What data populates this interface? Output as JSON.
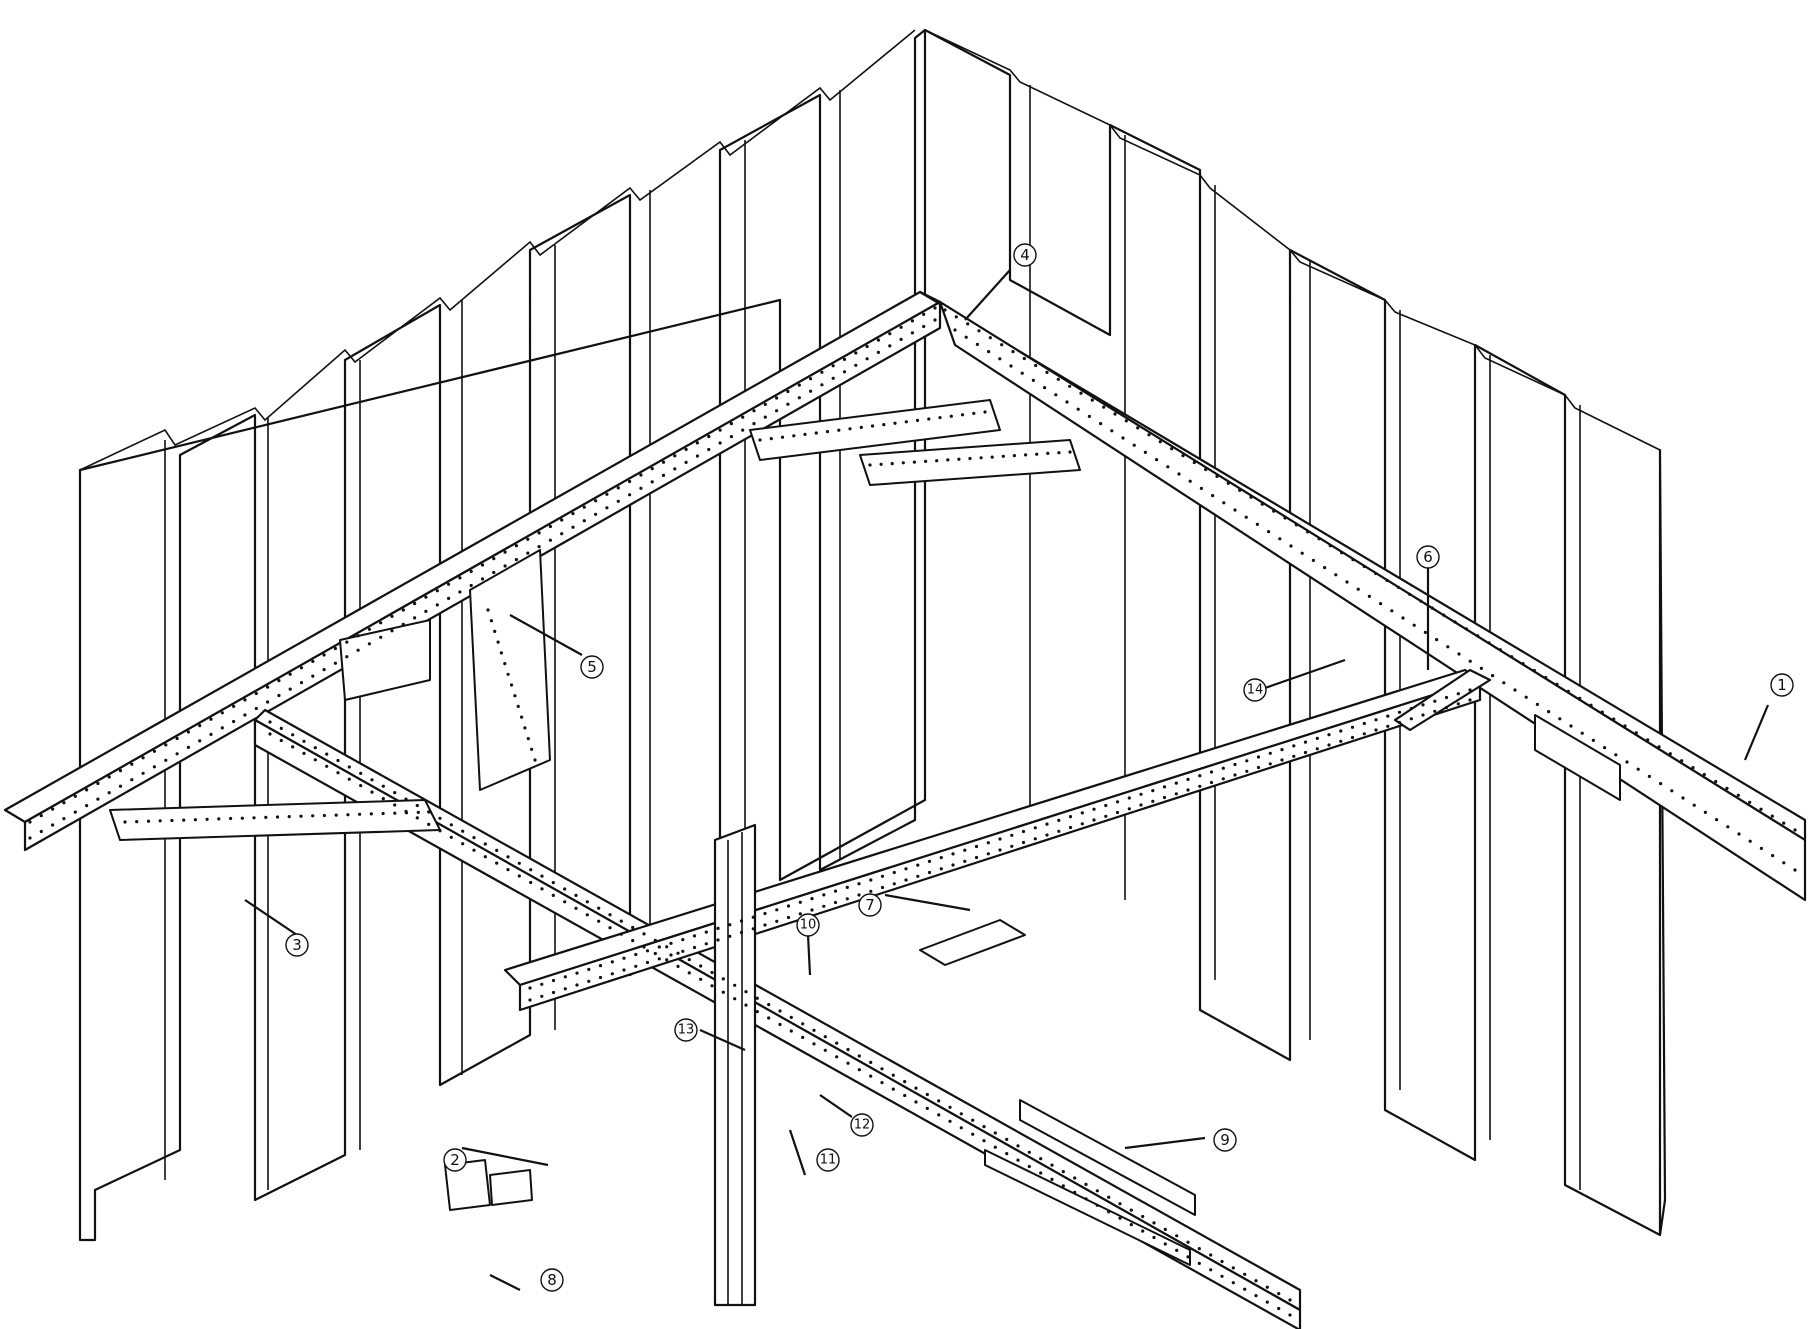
{
  "callouts": [
    {
      "id": "c1",
      "label": "1"
    },
    {
      "id": "c2",
      "label": "2"
    },
    {
      "id": "c3",
      "label": "3"
    },
    {
      "id": "c4",
      "label": "4"
    },
    {
      "id": "c5",
      "label": "5"
    },
    {
      "id": "c6",
      "label": "6"
    },
    {
      "id": "c7",
      "label": "7"
    },
    {
      "id": "c8",
      "label": "8"
    },
    {
      "id": "c9",
      "label": "9"
    },
    {
      "id": "c10",
      "label": "10"
    },
    {
      "id": "c11",
      "label": "11"
    },
    {
      "id": "c12",
      "label": "12"
    },
    {
      "id": "c13",
      "label": "13"
    },
    {
      "id": "c14",
      "label": "14"
    }
  ],
  "colors": {
    "line": "#111111",
    "background": "#ffffff"
  }
}
